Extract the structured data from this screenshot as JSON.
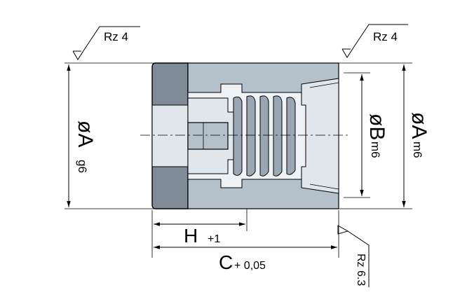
{
  "labels": {
    "rz_left": "Rz 4",
    "rz_right": "Rz 4",
    "rz_bottom": "Rz 6.3",
    "dia_a_left": "øA",
    "dia_a_left_tol": "g6",
    "dia_b": "øB",
    "dia_b_tol": "m6",
    "dia_a_right": "øA",
    "dia_a_right_tol": "m6",
    "h_label": "H",
    "h_tol": "+1",
    "c_label": "C",
    "c_tol": "+ 0,05"
  },
  "colors": {
    "dark_steel": "#7f8c97",
    "mid_steel": "#b4c0ca",
    "light_steel": "#dfe6ec"
  }
}
